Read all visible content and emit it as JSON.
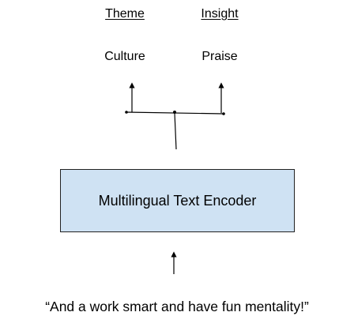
{
  "headers": {
    "theme": "Theme",
    "insight": "Insight"
  },
  "outputs": {
    "theme_value": "Culture",
    "insight_value": "Praise"
  },
  "encoder": {
    "label": "Multilingual Text Encoder",
    "fill_color": "#cfe2f3"
  },
  "input": {
    "text": "“And a work smart and have fun mentality!”"
  }
}
